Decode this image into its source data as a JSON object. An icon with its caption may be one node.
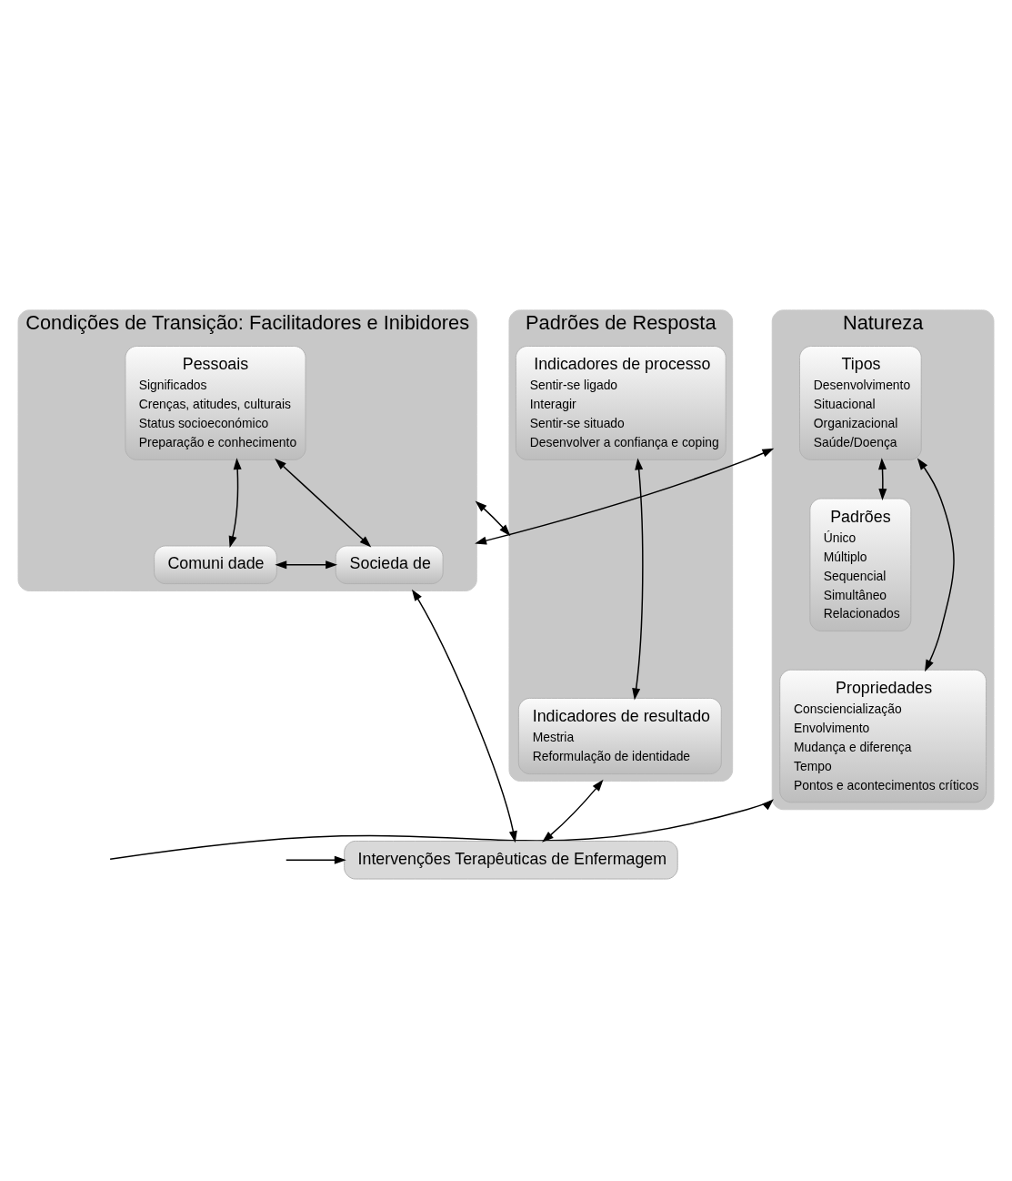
{
  "diagram": {
    "nodes": [
      {
        "text": [
          "Natureza"
        ]
      },
      {
        "text": [
          "Tipos",
          "Desenvolvimento",
          "Situacional",
          "Organizacional",
          "Saúde/Doença"
        ],
        "in": 0
      },
      {
        "text": [
          "Padrões",
          "Único",
          "Múltiplo",
          "Sequencial",
          "Simultâneo",
          "Relacionados"
        ],
        "in": 0
      },
      {
        "text": [
          "Propriedades",
          "Consciencialização",
          "Envolvimento",
          "Mudança e diferença",
          "Tempo",
          "Pontos e acontecimentos críticos"
        ],
        "in": 0
      },
      {
        "text": [
          "Condições de Transição: Facilitadores e Inibidores"
        ]
      },
      {
        "text": [
          "Pessoais",
          "Significados",
          "Crenças, atitudes, culturais",
          "Status socioeconómico",
          "Preparação e conhecimento"
        ],
        "in": 4
      },
      {
        "text": [
          "Comuni dade"
        ],
        "in": 4
      },
      {
        "text": [
          "Socieda de"
        ],
        "in": 4
      },
      {
        "text": [
          "Padrões de Resposta"
        ]
      },
      {
        "text": [
          "Indicadores de processo",
          "Sentir-se ligado",
          "Interagir",
          "Sentir-se situado",
          "Desenvolver a confiança e coping"
        ],
        "in": 8
      },
      {
        "text": [
          "Indicadores de resultado",
          "Mestria",
          "Reformulação de identidade"
        ],
        "in": 8
      },
      {
        "text": [
          "Intervenções Terapêuticas de Enfermagem"
        ]
      }
    ],
    "edges": [
      {
        "from": 0,
        "to": 4,
        "arrow": "both"
      },
      {
        "from": 4,
        "to": 8,
        "arrow": "both"
      },
      {
        "from": 1,
        "to": 2,
        "arrow": "both"
      },
      {
        "from": 1,
        "to": 3,
        "arrow": "both"
      },
      {
        "from": 5,
        "to": 6,
        "arrow": "both"
      },
      {
        "from": 5,
        "to": 7,
        "arrow": "both"
      },
      {
        "from": 6,
        "to": 7,
        "arrow": "both"
      },
      {
        "from": 9,
        "to": 10,
        "arrow": "both"
      },
      {
        "from": 4,
        "to": 11,
        "arrow": "both"
      },
      {
        "from": 8,
        "to": 11,
        "arrow": "both"
      },
      {
        "from": null,
        "to": 0,
        "arrow": "to"
      },
      {
        "from": null,
        "to": 11,
        "arrow": "to"
      }
    ]
  }
}
